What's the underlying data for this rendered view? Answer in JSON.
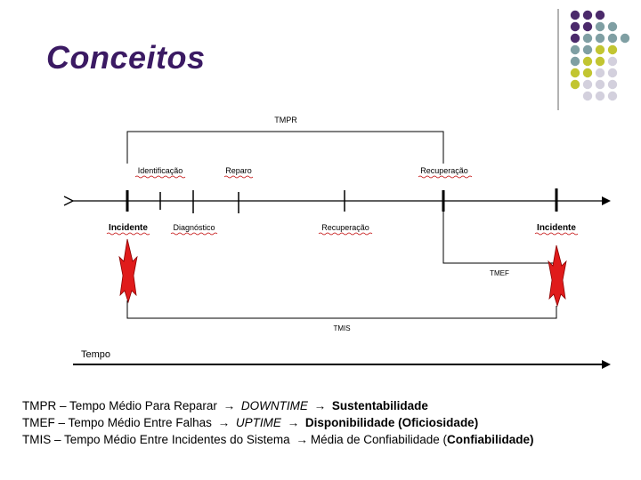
{
  "slide": {
    "title": "Conceitos"
  },
  "decor": {
    "colors": {
      "purple": "#4b2a6b",
      "teal": "#7f9fa3",
      "olive": "#c2c531",
      "lavender": "#d3d0dd"
    }
  },
  "diagram": {
    "tmpr_label": "TMPR",
    "tmef_label": "TMEF",
    "tmis_label": "TMIS",
    "tempo_label": "Tempo",
    "top_labels": {
      "identificacao": "Identificação",
      "reparo": "Reparo",
      "recuperacao": "Recuperação"
    },
    "bottom_labels": {
      "incidente_left": "Incidente",
      "diagnostico": "Diagnóstico",
      "recuperacao": "Recuperação",
      "incidente_right": "Incidente"
    },
    "colors": {
      "line": "#000000",
      "star": "#e01b1b",
      "squiggle": "#c00000"
    }
  },
  "legend": {
    "line1": {
      "abbr_def": "TMPR – Tempo Médio Para Reparar",
      "arrow": "→",
      "term": "DOWNTIME",
      "arrow2": "→",
      "result": "Sustentabilidade"
    },
    "line2": {
      "abbr_def": "TMEF – Tempo Médio Entre Falhas",
      "arrow": "→",
      "term": "UPTIME",
      "arrow2": "→",
      "result": "Disponibilidade (Oficiosidade)"
    },
    "line3": {
      "abbr_def": "TMIS – Tempo Médio Entre Incidentes do Sistema",
      "arrow": "→",
      "term": "Média de Confiabilidade (",
      "result": "Confiabilidade)"
    }
  }
}
